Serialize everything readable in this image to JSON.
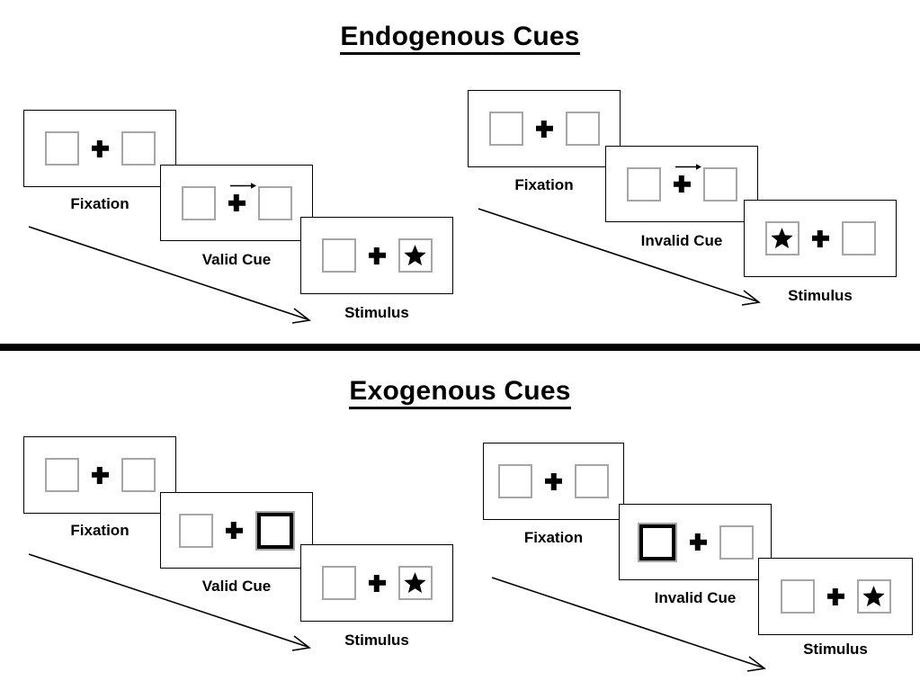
{
  "sections": [
    {
      "id": "endogenous",
      "title": "Endogenous Cues",
      "columns": [
        {
          "id": "endogenous-valid",
          "steps": [
            {
              "id": "fixation",
              "label": "Fixation",
              "cue": "none",
              "cued_side": "none",
              "stimulus_side": "none"
            },
            {
              "id": "cue",
              "label": "Valid Cue",
              "cue": "arrow-right",
              "cued_side": "right",
              "stimulus_side": "none"
            },
            {
              "id": "stimulus",
              "label": "Stimulus",
              "cue": "none",
              "cued_side": "none",
              "stimulus_side": "right"
            }
          ]
        },
        {
          "id": "endogenous-invalid",
          "steps": [
            {
              "id": "fixation",
              "label": "Fixation",
              "cue": "none",
              "cued_side": "none",
              "stimulus_side": "none"
            },
            {
              "id": "cue",
              "label": "Invalid Cue",
              "cue": "arrow-right",
              "cued_side": "right",
              "stimulus_side": "none"
            },
            {
              "id": "stimulus",
              "label": "Stimulus",
              "cue": "none",
              "cued_side": "none",
              "stimulus_side": "left"
            }
          ]
        }
      ]
    },
    {
      "id": "exogenous",
      "title": "Exogenous Cues",
      "columns": [
        {
          "id": "exogenous-valid",
          "steps": [
            {
              "id": "fixation",
              "label": "Fixation",
              "cue": "none",
              "cued_side": "none",
              "stimulus_side": "none"
            },
            {
              "id": "cue",
              "label": "Valid Cue",
              "cue": "box-highlight",
              "cued_side": "right",
              "stimulus_side": "none"
            },
            {
              "id": "stimulus",
              "label": "Stimulus",
              "cue": "none",
              "cued_side": "none",
              "stimulus_side": "right"
            }
          ]
        },
        {
          "id": "exogenous-invalid",
          "steps": [
            {
              "id": "fixation",
              "label": "Fixation",
              "cue": "none",
              "cued_side": "none",
              "stimulus_side": "none"
            },
            {
              "id": "cue",
              "label": "Invalid Cue",
              "cue": "box-highlight",
              "cued_side": "left",
              "stimulus_side": "none"
            },
            {
              "id": "stimulus",
              "label": "Stimulus",
              "cue": "none",
              "cued_side": "none",
              "stimulus_side": "right"
            }
          ]
        }
      ]
    }
  ],
  "icons": {
    "fixation_cross": "plus-cross-icon",
    "stimulus_target": "black-star-icon",
    "endogenous_cue": "right-arrow-icon",
    "exogenous_cue": "thick-box-outline-icon",
    "flow": "diagonal-arrow-icon"
  },
  "colors": {
    "stroke": "#000000",
    "box_border": "#a6a6a6",
    "background": "#ffffff",
    "divider": "#000000"
  },
  "divider": {
    "label": "section-divider"
  }
}
